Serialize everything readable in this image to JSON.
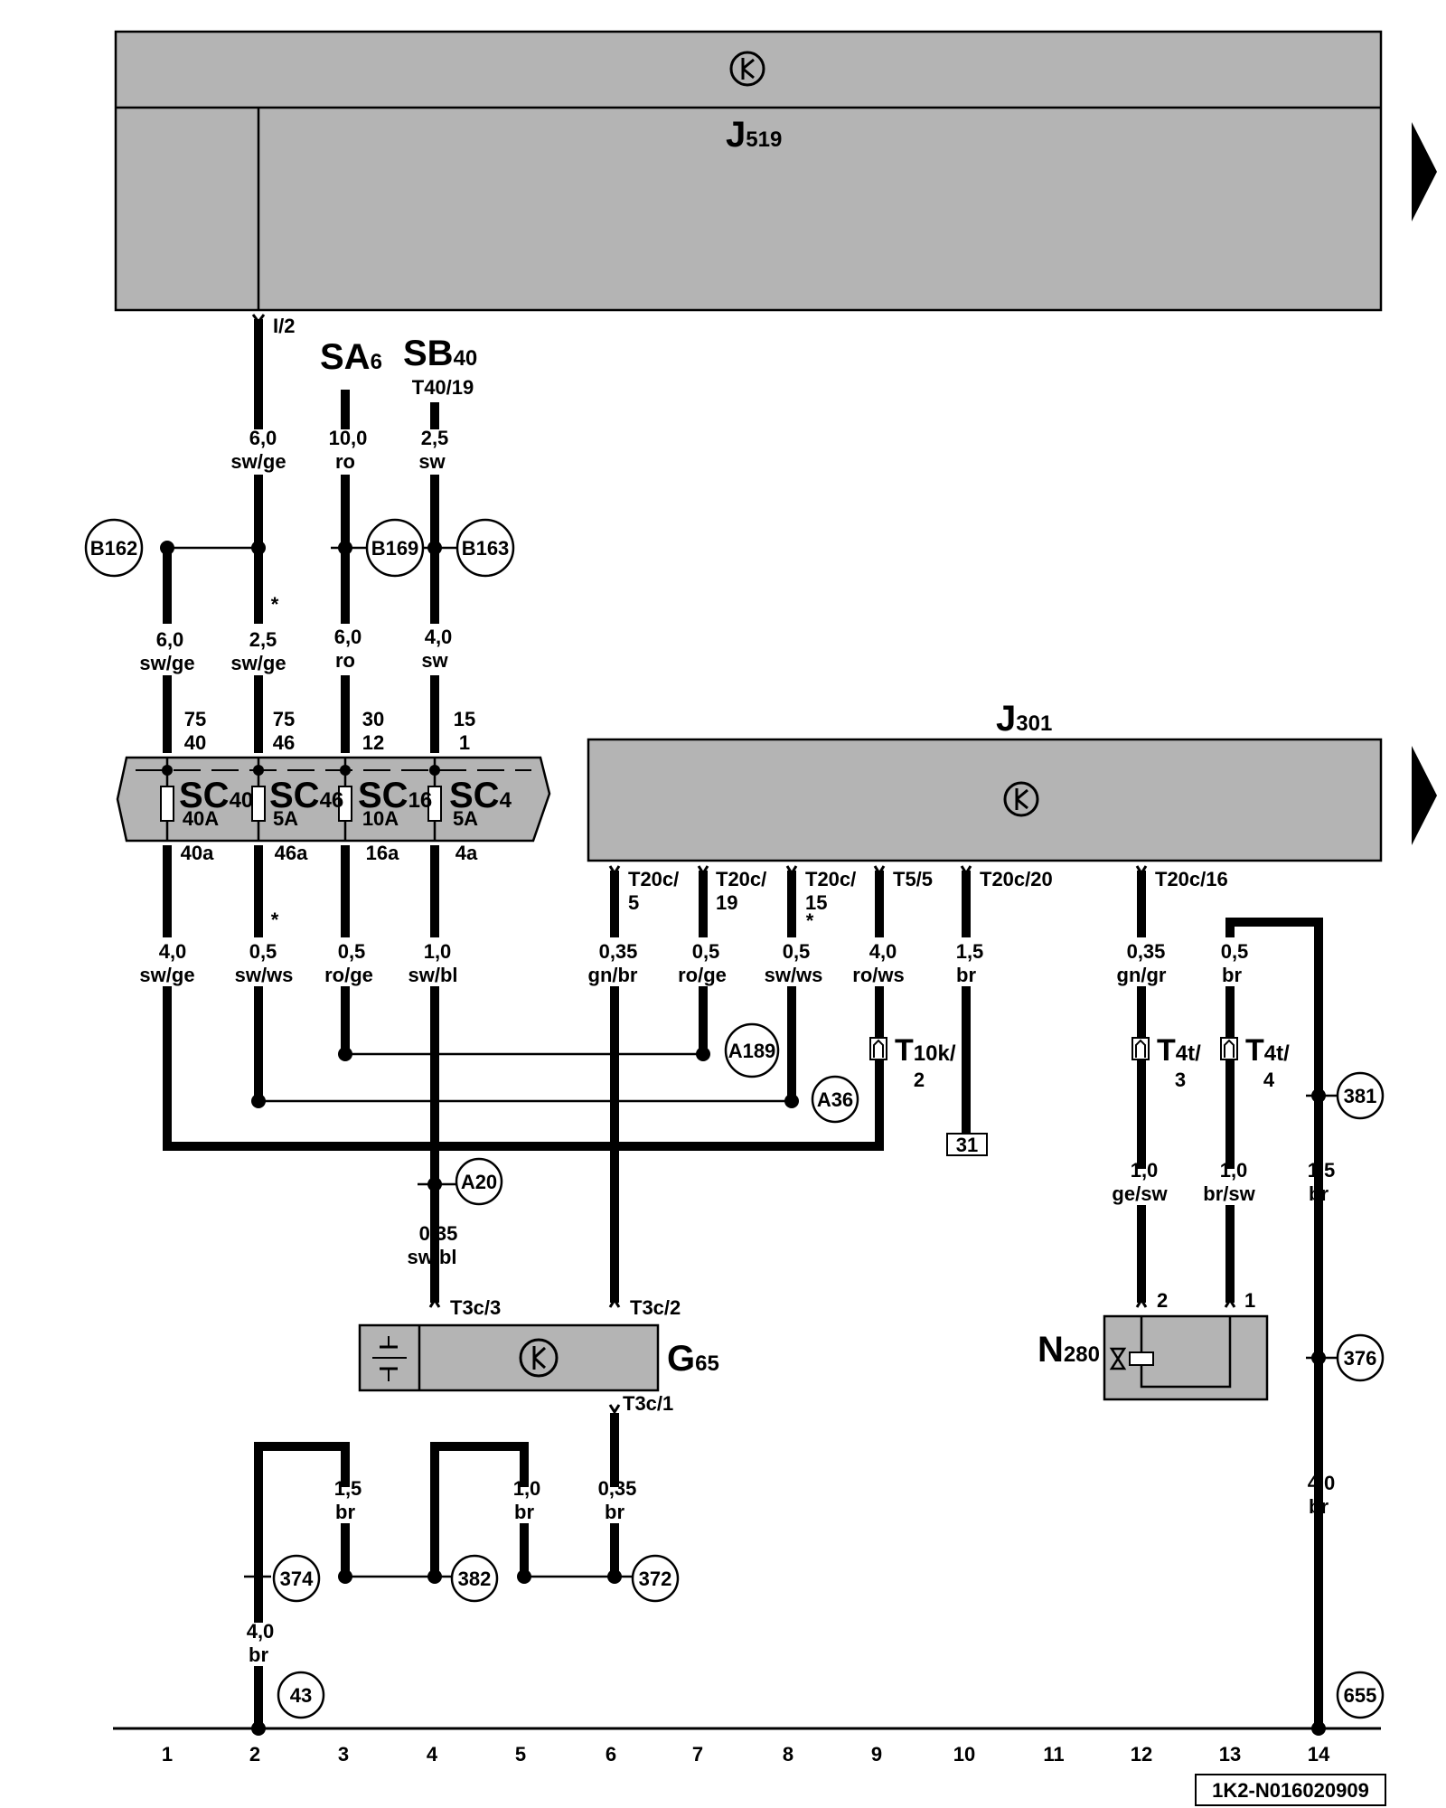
{
  "components": {
    "J519": {
      "main": "J",
      "sub": "519"
    },
    "J301": {
      "main": "J",
      "sub": "301"
    },
    "G65": {
      "main": "G",
      "sub": "65"
    },
    "N280": {
      "main": "N",
      "sub": "280"
    },
    "SA6": {
      "main": "SA",
      "sub": "6"
    },
    "SB40": {
      "main": "SB",
      "sub": "40",
      "pin": "T40/19"
    }
  },
  "fuses": [
    {
      "name": "SC",
      "sub": "40",
      "rating": "40A",
      "top_a": "75",
      "top_b": "40",
      "bottom": "40a"
    },
    {
      "name": "SC",
      "sub": "46",
      "rating": "5A",
      "top_a": "75",
      "top_b": "46",
      "bottom": "46a"
    },
    {
      "name": "SC",
      "sub": "16",
      "rating": "10A",
      "top_a": "30",
      "top_b": "12",
      "bottom": "16a"
    },
    {
      "name": "SC",
      "sub": "4",
      "rating": "5A",
      "top_a": "15",
      "top_b": "1",
      "bottom": "4a"
    }
  ],
  "pins": {
    "j519_i2": "I/2",
    "j301": [
      {
        "a": "T20c/",
        "b": "5"
      },
      {
        "a": "T20c/",
        "b": "19"
      },
      {
        "a": "T20c/",
        "b": "15"
      },
      {
        "a": "T5/5",
        "b": ""
      },
      {
        "a": "T20c/20",
        "b": ""
      },
      {
        "a": "T20c/16",
        "b": ""
      }
    ],
    "g65": [
      "T3c/3",
      "T3c/2",
      "T3c/1"
    ],
    "n280": [
      "2",
      "1"
    ]
  },
  "connectors": [
    {
      "main": "T",
      "sub": "10k/",
      "num": "2"
    },
    {
      "main": "T",
      "sub": "4t/",
      "num": "3"
    },
    {
      "main": "T",
      "sub": "4t/",
      "num": "4"
    }
  ],
  "wires": {
    "w_i2": {
      "size": "6,0",
      "color": "sw/ge"
    },
    "w_sa6": {
      "size": "10,0",
      "color": "ro"
    },
    "w_sb40": {
      "size": "2,5",
      "color": "sw"
    },
    "w_c1_mid": {
      "size": "6,0",
      "color": "sw/ge"
    },
    "w_c2_mid": {
      "size": "2,5",
      "color": "sw/ge"
    },
    "w_c3_mid": {
      "size": "6,0",
      "color": "ro"
    },
    "w_c4_mid": {
      "size": "4,0",
      "color": "sw"
    },
    "w_c1_low": {
      "size": "4,0",
      "color": "sw/ge"
    },
    "w_c2_low": {
      "size": "0,5",
      "color": "sw/ws"
    },
    "w_c3_low": {
      "size": "0,5",
      "color": "ro/ge"
    },
    "w_c4_low": {
      "size": "1,0",
      "color": "sw/bl"
    },
    "w_c6_low": {
      "size": "0,35",
      "color": "gn/br"
    },
    "w_c7_low": {
      "size": "0,5",
      "color": "ro/ge"
    },
    "w_c8_low": {
      "size": "0,5",
      "color": "sw/ws"
    },
    "w_c9_low": {
      "size": "4,0",
      "color": "ro/ws"
    },
    "w_c10_low": {
      "size": "1,5",
      "color": "br"
    },
    "w_c12_low": {
      "size": "0,35",
      "color": "gn/gr"
    },
    "w_c13_low": {
      "size": "0,5",
      "color": "br"
    },
    "w_a20": {
      "size": "0,35",
      "color": "sw/bl"
    },
    "w_c12_n": {
      "size": "1,0",
      "color": "ge/sw"
    },
    "w_c13_n": {
      "size": "1,0",
      "color": "br/sw"
    },
    "w_c14_mid": {
      "size": "1,5",
      "color": "br"
    },
    "w_c3_bot": {
      "size": "1,5",
      "color": "br"
    },
    "w_c5_bot": {
      "size": "1,0",
      "color": "br"
    },
    "w_c6_bot": {
      "size": "0,35",
      "color": "br"
    },
    "w_c2_bot": {
      "size": "4,0",
      "color": "br"
    },
    "w_c14_bot": {
      "size": "4,0",
      "color": "br"
    }
  },
  "junctions": [
    "B162",
    "B169",
    "B163",
    "A189",
    "A36",
    "A20",
    "381",
    "376",
    "374",
    "382",
    "372",
    "43",
    "655"
  ],
  "ground": "31",
  "asterisk": "*",
  "columns": [
    "1",
    "2",
    "3",
    "4",
    "5",
    "6",
    "7",
    "8",
    "9",
    "10",
    "11",
    "12",
    "13",
    "14"
  ],
  "doc_code": "1K2-N016020909"
}
